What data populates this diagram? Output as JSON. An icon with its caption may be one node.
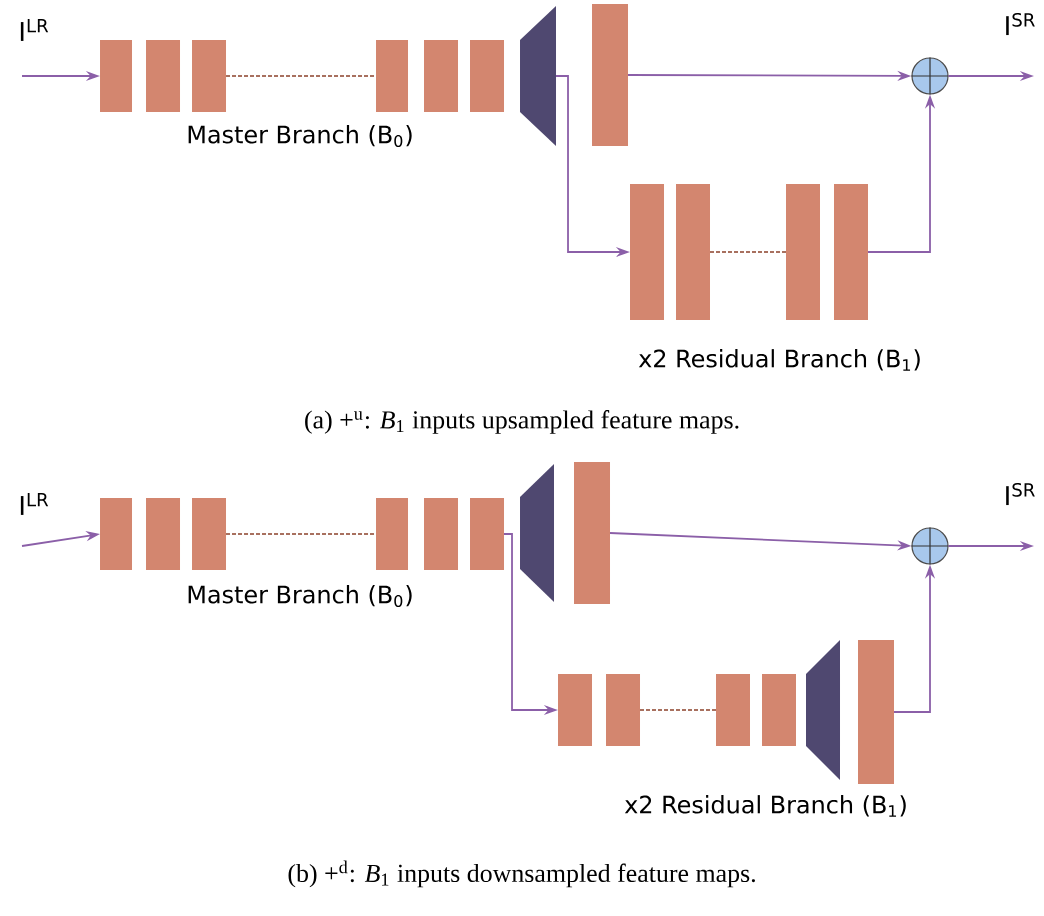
{
  "diagram": {
    "nodes": [
      {
        "text": [],
        "shape": "bar"
      },
      {
        "text": [],
        "shape": "bar"
      },
      {
        "text": [],
        "shape": "bar"
      },
      {
        "text": [],
        "shape": "bar"
      },
      {
        "text": [],
        "shape": "bar"
      },
      {
        "text": [],
        "shape": "bar"
      },
      {
        "text": [],
        "shape": "trapezoid"
      },
      {
        "text": [],
        "shape": "bar"
      },
      {
        "text": [],
        "shape": "circle"
      },
      {
        "text": [],
        "shape": "bar"
      },
      {
        "text": [],
        "shape": "bar"
      },
      {
        "text": [],
        "shape": "bar"
      },
      {
        "text": [],
        "shape": "bar"
      },
      {
        "text": [],
        "shape": "bar"
      },
      {
        "text": [],
        "shape": "bar"
      },
      {
        "text": [],
        "shape": "bar"
      },
      {
        "text": [],
        "shape": "bar"
      },
      {
        "text": [],
        "shape": "bar"
      },
      {
        "text": [],
        "shape": "bar"
      },
      {
        "text": [],
        "shape": "trapezoid"
      },
      {
        "text": [],
        "shape": "bar"
      },
      {
        "text": [],
        "shape": "circle"
      },
      {
        "text": [],
        "shape": "bar"
      },
      {
        "text": [],
        "shape": "bar"
      },
      {
        "text": [],
        "shape": "bar"
      },
      {
        "text": [],
        "shape": "bar"
      },
      {
        "text": [],
        "shape": "trapezoid"
      },
      {
        "text": [],
        "shape": "bar"
      }
    ],
    "edges": [
      {
        "from": null,
        "to": 0,
        "arrow": "to"
      },
      {
        "from": 2,
        "to": 3,
        "arrow": "none",
        "style": "dashed",
        "color": "#a8705f"
      },
      {
        "from": 7,
        "to": 8,
        "arrow": "to"
      },
      {
        "from": 8,
        "to": null,
        "arrow": "to"
      },
      {
        "from": 6,
        "to": 9,
        "arrow": "to"
      },
      {
        "from": 10,
        "to": 11,
        "arrow": "none",
        "style": "dashed",
        "color": "#a8705f"
      },
      {
        "from": 12,
        "to": 8,
        "arrow": "to"
      },
      {
        "from": null,
        "to": 13,
        "arrow": "to"
      },
      {
        "from": 15,
        "to": 16,
        "arrow": "none",
        "style": "dashed",
        "color": "#a8705f"
      },
      {
        "from": 20,
        "to": 21,
        "arrow": "to"
      },
      {
        "from": 21,
        "to": null,
        "arrow": "to"
      },
      {
        "from": 18,
        "to": 22,
        "arrow": "to"
      },
      {
        "from": 23,
        "to": 24,
        "arrow": "none",
        "style": "dashed",
        "color": "#a8705f"
      },
      {
        "from": 27,
        "to": 21,
        "arrow": "to"
      }
    ],
    "labels": [
      "I$^{LR}$",
      "I$^{SR}$",
      "Master Branch (B$_{0}$)",
      "x2 Residual Branch (B$_{1}$)",
      "(a) +$^{u}$: *B*$_{1}$ inputs upsampled feature maps.",
      "I$^{LR}$",
      "I$^{SR}$",
      "Master Branch (B$_{0}$)",
      "x2 Residual Branch (B$_{1}$)",
      "(b) +$^{d}$: *B*$_{1}$ inputs downsampled feature maps."
    ]
  }
}
